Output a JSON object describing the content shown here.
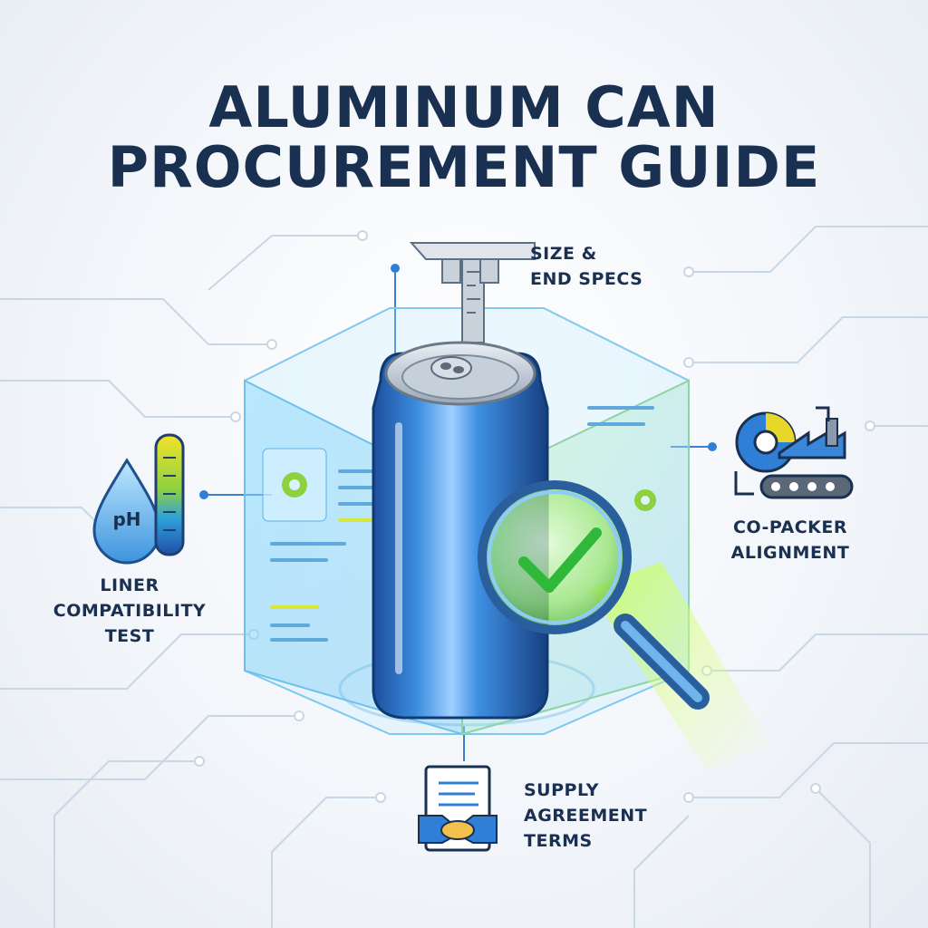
{
  "title": {
    "line1": "ALUMINUM CAN",
    "line2": "PROCUREMENT GUIDE"
  },
  "nodes": {
    "size_specs": {
      "lines": [
        "SIZE &",
        "END SPECS"
      ],
      "icon": "caliper-icon"
    },
    "liner_test": {
      "lines": [
        "LINER",
        "COMPATIBILITY",
        "TEST"
      ],
      "icon": "ph-drop-icon",
      "icon_text": "pH"
    },
    "copacker": {
      "lines": [
        "CO-PACKER",
        "ALIGNMENT"
      ],
      "icon": "factory-gear-icon"
    },
    "supply": {
      "lines": [
        "SUPPLY",
        "AGREEMENT",
        "TERMS"
      ],
      "icon": "handshake-document-icon"
    }
  },
  "center": {
    "icon": "aluminum-can-icon",
    "overlay_icon": "magnifier-check-icon"
  },
  "colors": {
    "title": "#1a3050",
    "accent_blue": "#2f7fd6",
    "accent_green": "#7bdc3c",
    "circuit": "#c9d6e4"
  }
}
